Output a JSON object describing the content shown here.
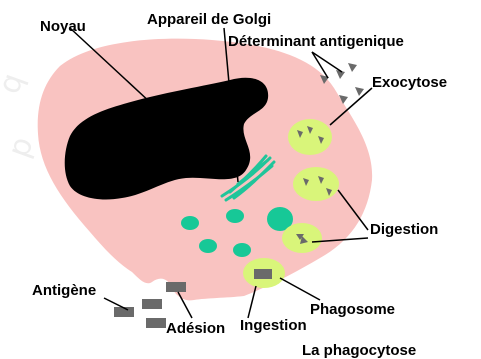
{
  "diagram": {
    "labels": {
      "noyau": "Noyau",
      "golgi": "Appareil de Golgi",
      "determinant": "Déterminant antigenique",
      "exocytose": "Exocytose",
      "digestion": "Digestion",
      "antigene": "Antigène",
      "phagosome": "Phagosome",
      "adhesion": "Adésion",
      "ingestion": "Ingestion",
      "caption": "La phagocytose"
    },
    "colors": {
      "cytoplasm": "#f9c3c1",
      "nucleus": "#000000",
      "golgi": "#20c59a",
      "granules": "#17c897",
      "vesicle": "#d9f57a",
      "antigen": "#6a6a6a",
      "leader": "#000000"
    }
  }
}
